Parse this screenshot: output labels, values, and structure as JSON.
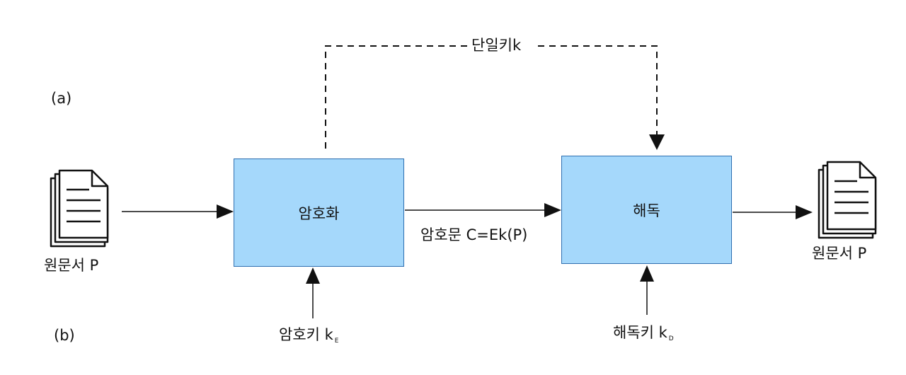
{
  "labels": {
    "a": "(a)",
    "b": "(b)",
    "single_key": "단일키k",
    "ciphertext": "암호문 C=Ek(P)",
    "plaintext_in": "원문서 P",
    "plaintext_out": "원문서 P",
    "enc_key_main": "암호키 k",
    "enc_key_sub": "E",
    "dec_key_main": "해독키 k",
    "dec_key_sub": "D"
  },
  "boxes": {
    "encrypt": "암호화",
    "decrypt": "해독"
  },
  "icons": {
    "source": "document-stack-icon",
    "destination": "document-stack-icon"
  },
  "colors": {
    "box_fill": "#a5d8fb",
    "box_border": "#2f6fb0",
    "line": "#111111"
  }
}
